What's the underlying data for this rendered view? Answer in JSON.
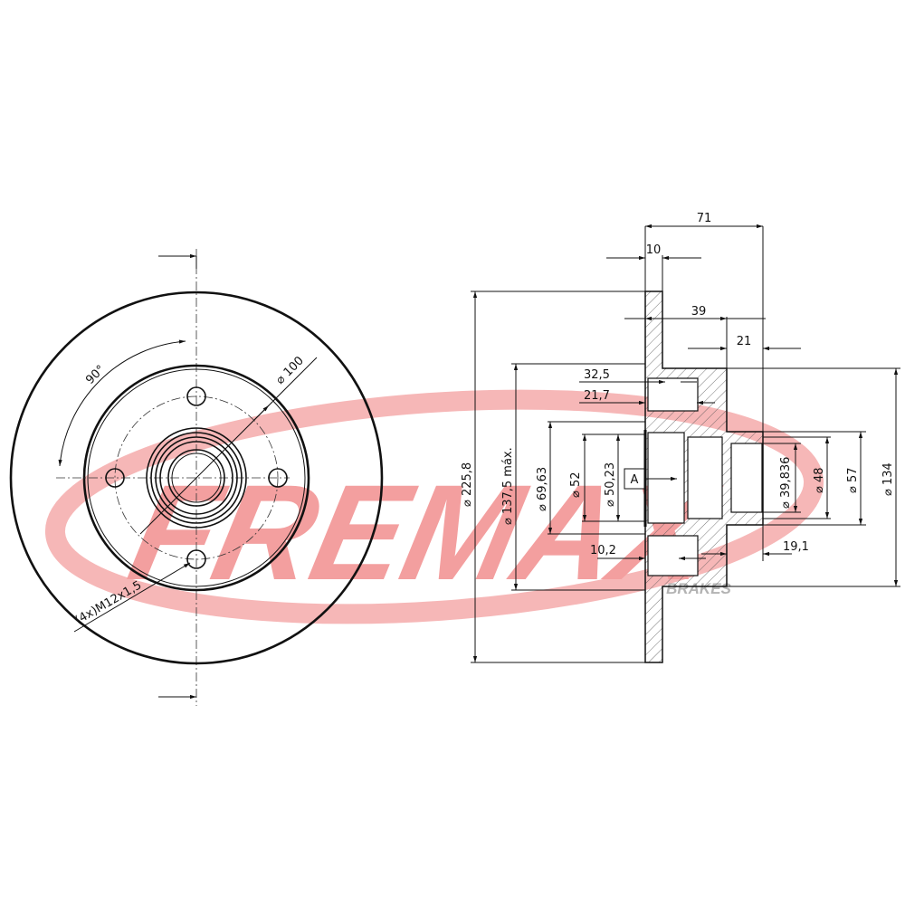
{
  "logo": {
    "brand": "FREMAX",
    "sub": "BRAKES",
    "color": "#f08080",
    "sub_color": "#9a9a9a"
  },
  "front_view": {
    "angle": "90°",
    "pcd": "⌀ 100",
    "bolt_holes": "(4x)M12x1,5"
  },
  "side_view": {
    "width_total": "71",
    "thickness": "10",
    "hub_offset": "39",
    "nose_length": "21",
    "d32": "32,5",
    "d21": "21,7",
    "d10": "10,2",
    "d19": "19,1",
    "datum": "A",
    "dia_outer": "⌀ 225,8",
    "dia_hat": "⌀ 137,5 máx.",
    "dia_6963": "⌀ 69,63",
    "dia_52": "⌀ 52",
    "dia_5023": "⌀ 50,23",
    "dia_39836": "⌀ 39,836",
    "dia_48": "⌀ 48",
    "dia_57": "⌀ 57",
    "dia_134": "⌀ 134"
  }
}
